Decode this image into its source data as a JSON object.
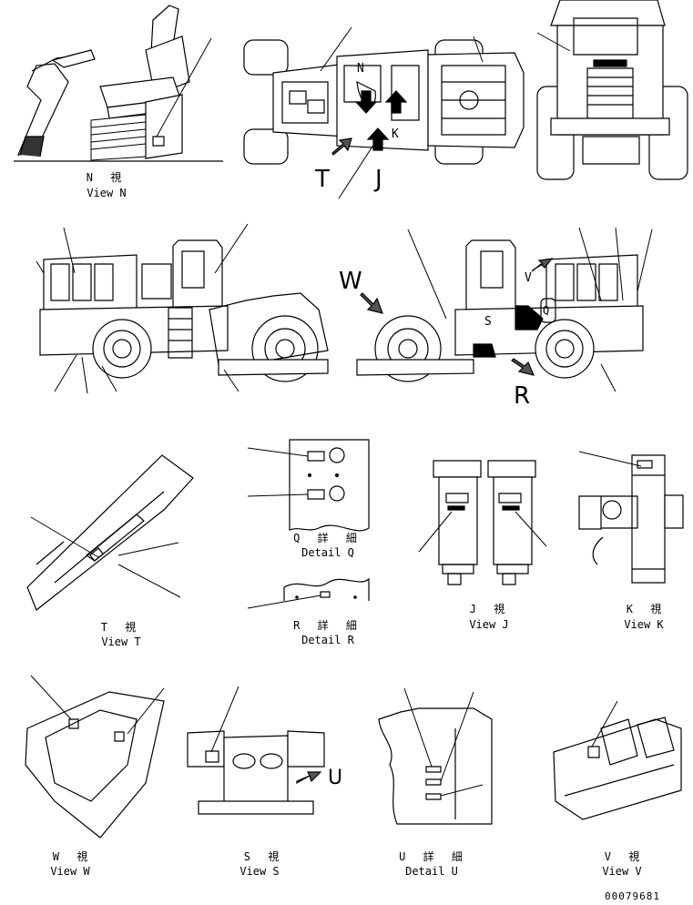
{
  "views": [
    {
      "jp": "N 視",
      "en": "View N"
    },
    {
      "jp": "T 視",
      "en": "View T"
    },
    {
      "jp": "Q 詳 細",
      "en": "Detail Q"
    },
    {
      "jp": "R 詳 細",
      "en": "Detail R"
    },
    {
      "jp": "J 視",
      "en": "View J"
    },
    {
      "jp": "K 視",
      "en": "View K"
    },
    {
      "jp": "W 視",
      "en": "View W"
    },
    {
      "jp": "S 視",
      "en": "View S"
    },
    {
      "jp": "U 詳 細",
      "en": "Detail U"
    },
    {
      "jp": "V 視",
      "en": "View V"
    }
  ],
  "callouts": {
    "t": "T",
    "j": "J",
    "w": "W",
    "r": "R",
    "u": "U",
    "n": "N",
    "k": "K",
    "s": "S",
    "v": "V",
    "q": "Q"
  },
  "doc_number": "00079681",
  "colors": {
    "ink": "#000000",
    "paper": "#ffffff"
  }
}
